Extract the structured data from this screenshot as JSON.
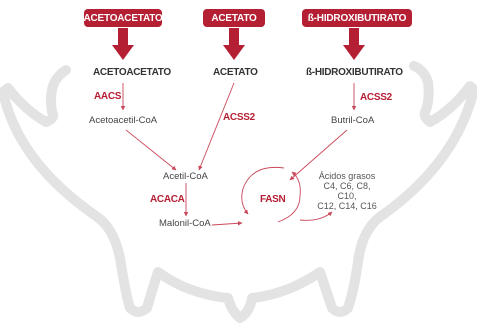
{
  "inputs": [
    {
      "badge": "ACETOACETATO",
      "metabolite": "ACETOACETATO"
    },
    {
      "badge": "ACETATO",
      "metabolite": "ACETATO"
    },
    {
      "badge": "ß-HIDROXIBUTIRATO",
      "metabolite": "ß-HIDROXIBUTIRATO"
    }
  ],
  "enzymes": {
    "aacs": "AACS",
    "acss2_center": "ACSS2",
    "acss2_right": "ACSS2",
    "acaca": "ACACA",
    "fasn": "FASN"
  },
  "intermediates": {
    "acetoacetil_coa": "Acetoacetil-CoA",
    "butril_coa": "Butril-CoA",
    "acetil_coa": "Acetil-CoA",
    "malonil_coa": "Malonil-CoA"
  },
  "products": {
    "line1": "Ácidos grasos",
    "line2": "C4, C6, C8, C10,",
    "line3": "C12, C14, C16"
  },
  "colors": {
    "accent": "#b51f33",
    "arrow": "#c9485a",
    "udder_outline": "#e3e3e3",
    "text": "#333333"
  }
}
